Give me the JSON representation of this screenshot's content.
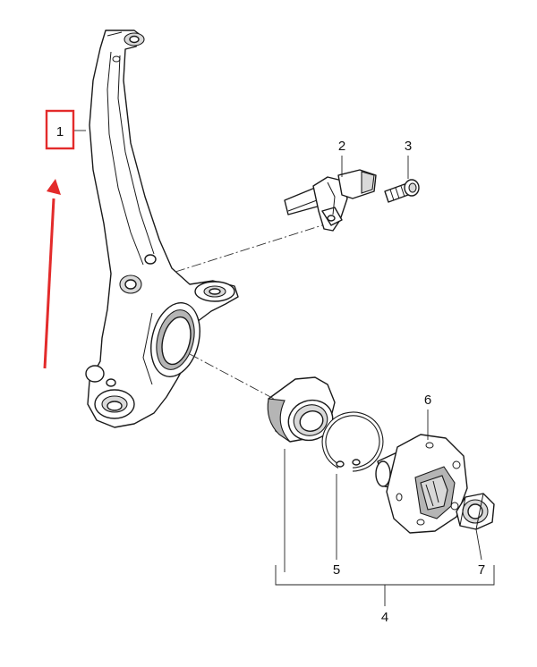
{
  "diagram": {
    "callouts": [
      {
        "id": "1",
        "label": "1"
      },
      {
        "id": "2",
        "label": "2"
      },
      {
        "id": "3",
        "label": "3"
      },
      {
        "id": "4",
        "label": "4"
      },
      {
        "id": "5",
        "label": "5"
      },
      {
        "id": "6",
        "label": "6"
      },
      {
        "id": "7",
        "label": "7"
      }
    ],
    "highlight_color": "#e32b2b",
    "arrow_color": "#e32b2b",
    "line_color": "#1a1a1a"
  }
}
